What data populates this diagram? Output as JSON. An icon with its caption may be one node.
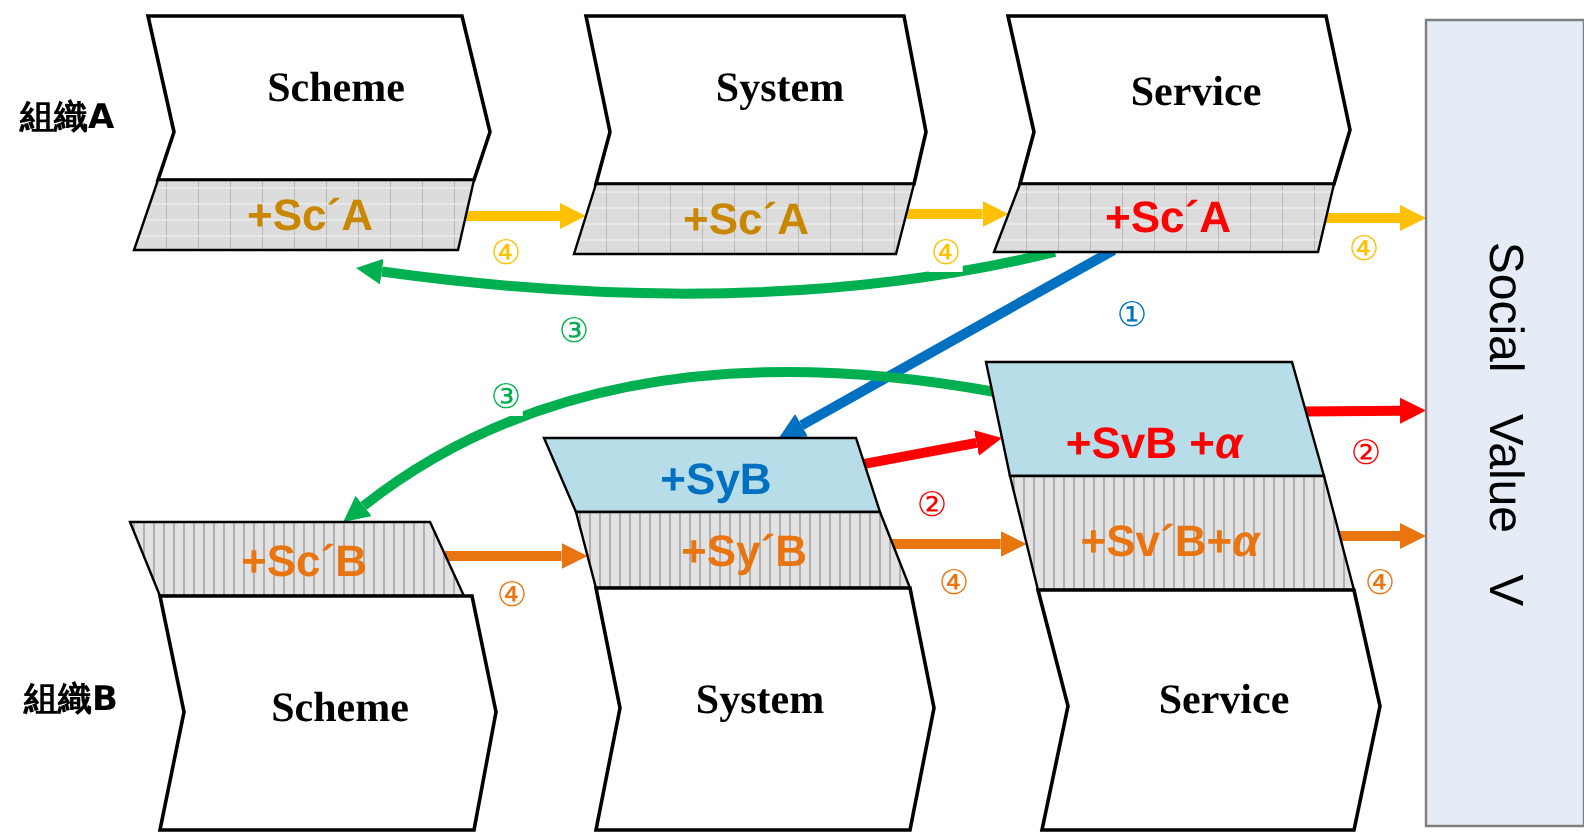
{
  "diagram": {
    "nodes": [
      {
        "text": [
          "Scheme"
        ]
      },
      {
        "text": [
          "System"
        ]
      },
      {
        "text": [
          "Service"
        ]
      },
      {
        "text": [
          "+Sc´A"
        ]
      },
      {
        "text": [
          "+Sc´A"
        ]
      },
      {
        "text": [
          "+Sc´A"
        ]
      },
      {
        "text": [
          "Social Value V"
        ]
      },
      {
        "text": [
          "+Sc´B"
        ]
      },
      {
        "text": [
          "+SyB"
        ]
      },
      {
        "text": [
          "+Sy´B"
        ]
      },
      {
        "text": [
          "+SvB +*α*"
        ]
      },
      {
        "text": [
          "+Sv´B+*α*"
        ]
      },
      {
        "text": [
          "Scheme"
        ]
      },
      {
        "text": [
          "System"
        ]
      },
      {
        "text": [
          "Service"
        ]
      }
    ],
    "edges": [
      {
        "from": 3,
        "to": 4,
        "arrow": "to",
        "label": "④",
        "color": "#ffc000"
      },
      {
        "from": 4,
        "to": 5,
        "arrow": "to",
        "label": "④",
        "color": "#ffc000"
      },
      {
        "from": 5,
        "to": 6,
        "arrow": "to",
        "label": "④",
        "color": "#ffc000"
      },
      {
        "from": 5,
        "to": 3,
        "arrow": "to",
        "label": "③",
        "color": "#00b050"
      },
      {
        "from": 5,
        "to": 8,
        "arrow": "to",
        "label": "①",
        "color": "#0070c0"
      },
      {
        "from": 10,
        "to": 7,
        "arrow": "to",
        "label": "③",
        "color": "#00b050"
      },
      {
        "from": 8,
        "to": 10,
        "arrow": "to",
        "label": "②",
        "color": "#ff0000"
      },
      {
        "from": 10,
        "to": 6,
        "arrow": "to",
        "label": "②",
        "color": "#ff0000"
      },
      {
        "from": 7,
        "to": 9,
        "arrow": "to",
        "label": "④",
        "color": "#e97511"
      },
      {
        "from": 9,
        "to": 11,
        "arrow": "to",
        "label": "④",
        "color": "#e97511"
      },
      {
        "from": 11,
        "to": 6,
        "arrow": "to",
        "label": "④",
        "color": "#e97511"
      }
    ],
    "labels": [
      "組織A",
      "組織B"
    ]
  }
}
